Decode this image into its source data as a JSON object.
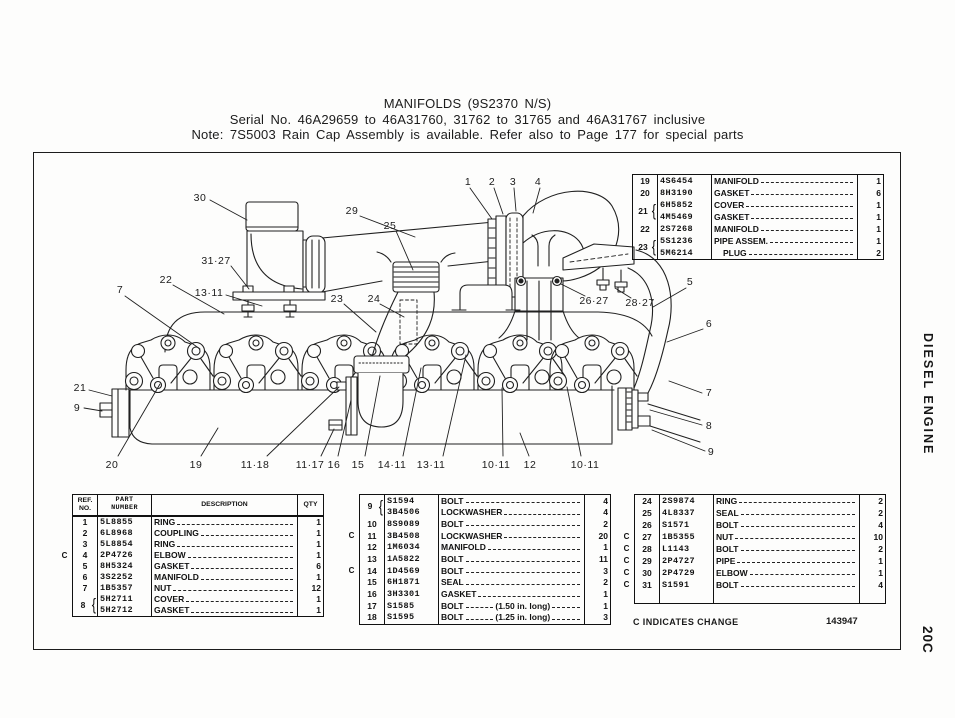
{
  "header": {
    "title": "MANIFOLDS (9S2370 N/S)",
    "subtitle": "Serial No. 46A29659 to 46A31760, 31762 to 31765 and 46A31767 inclusive",
    "note": "Note: 7S5003 Rain Cap Assembly is available. Refer also to Page 177 for special parts"
  },
  "sidebar": {
    "vertical_label": "DIESEL ENGINE",
    "page_code": "20C"
  },
  "footer": {
    "change_note": "C INDICATES CHANGE",
    "form_number": "143947"
  },
  "diagram": {
    "callouts": [
      "30",
      "29",
      "25",
      "1",
      "2",
      "3",
      "4",
      "31·27",
      "13·11",
      "22",
      "7",
      "23",
      "24",
      "26·27",
      "28·27",
      "5",
      "6",
      "21",
      "9",
      "7",
      "8",
      "9",
      "20",
      "19",
      "11·18",
      "11·17",
      "16",
      "15",
      "14·11",
      "13·11",
      "10·11",
      "12",
      "10·11"
    ]
  },
  "tables": {
    "upper_right": {
      "rows": [
        {
          "c": "",
          "ref": "19",
          "part": "4S6454",
          "desc": "MANIFOLD",
          "qty": "1"
        },
        {
          "c": "",
          "ref": "20",
          "part": "8H3190",
          "desc": "GASKET",
          "qty": "6"
        },
        {
          "c": "",
          "ref": "21",
          "span": 2,
          "part": "6H5852",
          "desc": "COVER",
          "qty": "1"
        },
        {
          "c": "",
          "ref": null,
          "part": "4M5469",
          "desc": "GASKET",
          "qty": "1"
        },
        {
          "c": "",
          "ref": "22",
          "part": "2S7268",
          "desc": "MANIFOLD",
          "qty": "1"
        },
        {
          "c": "",
          "ref": "23",
          "span": 2,
          "part": "5S1236",
          "desc": "PIPE ASSEM.",
          "qty": "1"
        },
        {
          "c": "",
          "ref": null,
          "part": "5M6214",
          "desc": "PLUG",
          "qty": "2",
          "indent": true
        }
      ]
    },
    "lower_left": {
      "headers": [
        [
          "REF.",
          "NO."
        ],
        [
          "PART",
          "NUMBER"
        ],
        [
          "DESCRIPTION"
        ],
        [
          "QTY"
        ]
      ],
      "rows": [
        {
          "c": "",
          "ref": "1",
          "part": "5L8855",
          "desc": "RING",
          "qty": "1"
        },
        {
          "c": "",
          "ref": "2",
          "part": "6L8968",
          "desc": "COUPLING",
          "qty": "1"
        },
        {
          "c": "",
          "ref": "3",
          "part": "5L8854",
          "desc": "RING",
          "qty": "1"
        },
        {
          "c": "C",
          "ref": "4",
          "part": "2P4726",
          "desc": "ELBOW",
          "qty": "1"
        },
        {
          "c": "",
          "ref": "5",
          "part": "8H5324",
          "desc": "GASKET",
          "qty": "6"
        },
        {
          "c": "",
          "ref": "6",
          "part": "3S2252",
          "desc": "MANIFOLD",
          "qty": "1"
        },
        {
          "c": "",
          "ref": "7",
          "part": "1B5357",
          "desc": "NUT",
          "qty": "12"
        },
        {
          "c": "",
          "ref": "8",
          "span": 2,
          "part": "5H2711",
          "desc": "COVER",
          "qty": "1"
        },
        {
          "c": "",
          "ref": null,
          "part": "5H2712",
          "desc": "GASKET",
          "qty": "1"
        }
      ]
    },
    "lower_middle": {
      "rows": [
        {
          "c": "",
          "ref": "9",
          "span": 2,
          "part": "S1594",
          "desc": "BOLT",
          "qty": "4"
        },
        {
          "c": "",
          "ref": null,
          "part": "3B4506",
          "desc": "LOCKWASHER",
          "qty": "4"
        },
        {
          "c": "",
          "ref": "10",
          "part": "8S9089",
          "desc": "BOLT",
          "qty": "2"
        },
        {
          "c": "C",
          "ref": "11",
          "part": "3B4508",
          "desc": "LOCKWASHER",
          "qty": "20"
        },
        {
          "c": "",
          "ref": "12",
          "part": "1M6034",
          "desc": "MANIFOLD",
          "qty": "1"
        },
        {
          "c": "",
          "ref": "13",
          "part": "1A5822",
          "desc": "BOLT",
          "qty": "11"
        },
        {
          "c": "C",
          "ref": "14",
          "part": "1D4569",
          "desc": "BOLT",
          "qty": "3"
        },
        {
          "c": "",
          "ref": "15",
          "part": "6H1871",
          "desc": "SEAL",
          "qty": "2"
        },
        {
          "c": "",
          "ref": "16",
          "part": "3H3301",
          "desc": "GASKET",
          "qty": "1"
        },
        {
          "c": "",
          "ref": "17",
          "part": "S1585",
          "desc": "BOLT",
          "note": "(1.50 in. long)",
          "qty": "1"
        },
        {
          "c": "",
          "ref": "18",
          "part": "S1595",
          "desc": "BOLT",
          "note": "(1.25 in. long)",
          "qty": "3"
        }
      ]
    },
    "lower_right": {
      "rows": [
        {
          "c": "",
          "ref": "24",
          "part": "2S9874",
          "desc": "RING",
          "qty": "2"
        },
        {
          "c": "",
          "ref": "25",
          "part": "4L8337",
          "desc": "SEAL",
          "qty": "2"
        },
        {
          "c": "",
          "ref": "26",
          "part": "S1571",
          "desc": "BOLT",
          "qty": "4"
        },
        {
          "c": "C",
          "ref": "27",
          "part": "1B5355",
          "desc": "NUT",
          "qty": "10"
        },
        {
          "c": "C",
          "ref": "28",
          "part": "L1143",
          "desc": "BOLT",
          "qty": "2"
        },
        {
          "c": "C",
          "ref": "29",
          "part": "2P4727",
          "desc": "PIPE",
          "qty": "1"
        },
        {
          "c": "C",
          "ref": "30",
          "part": "2P4729",
          "desc": "ELBOW",
          "qty": "1"
        },
        {
          "c": "C",
          "ref": "31",
          "part": "S1591",
          "desc": "BOLT",
          "qty": "4"
        },
        {
          "c": "",
          "ref": "",
          "part": "",
          "desc": "",
          "qty": "",
          "fill": true
        }
      ]
    }
  }
}
